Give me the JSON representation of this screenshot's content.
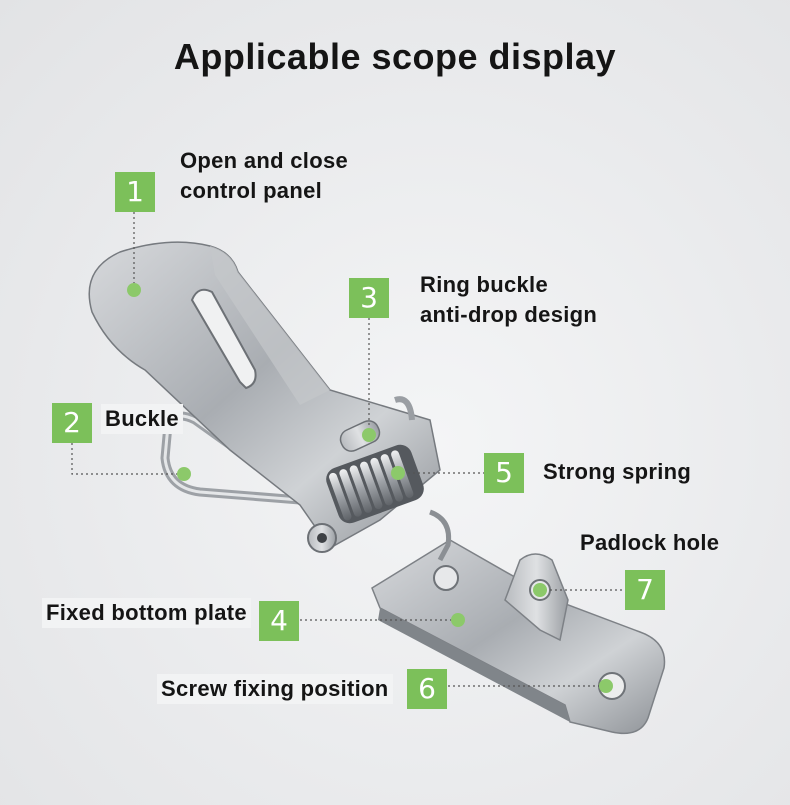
{
  "title": "Applicable scope display",
  "accent_color": "#7cc05a",
  "callouts": [
    {
      "number": "1",
      "lines": [
        "Open and close",
        "control panel"
      ]
    },
    {
      "number": "2",
      "lines": [
        "Buckle"
      ]
    },
    {
      "number": "3",
      "lines": [
        "Ring buckle",
        "anti-drop design"
      ]
    },
    {
      "number": "4",
      "lines": [
        "Fixed bottom plate"
      ]
    },
    {
      "number": "5",
      "lines": [
        "Strong spring"
      ]
    },
    {
      "number": "6",
      "lines": [
        "Screw fixing position"
      ]
    },
    {
      "number": "7",
      "lines": [
        "Padlock hole"
      ]
    }
  ]
}
